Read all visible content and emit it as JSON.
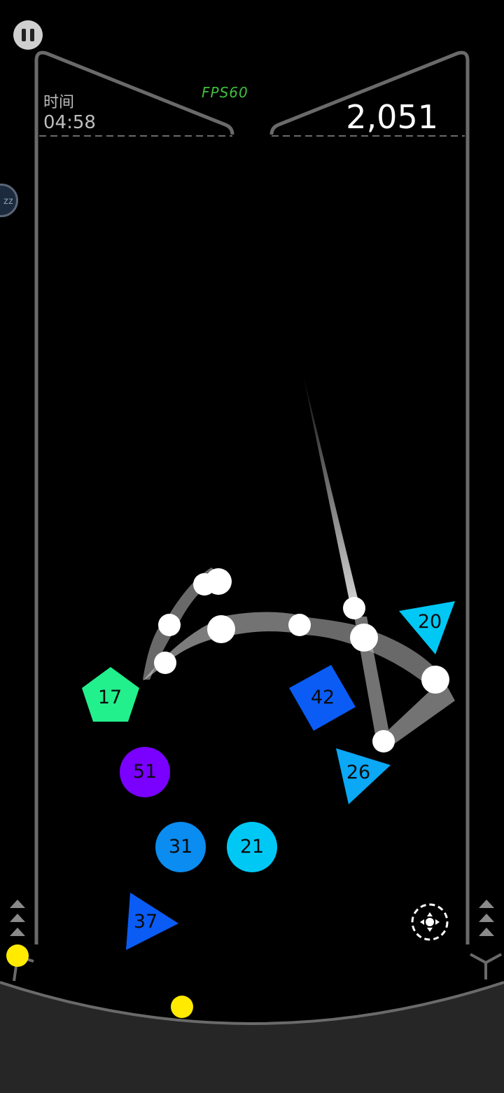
{
  "hud": {
    "time_label": "时间",
    "time_value": "04:58",
    "fps_text": "FPS60",
    "score": "2,051"
  },
  "controls": {
    "pause_icon": "pause-icon",
    "sleep_icon": "sleep-icon",
    "sleep_text": "zz",
    "aim_icon": "target-icon"
  },
  "colors": {
    "background": "#000000",
    "wall": "#6a6a6a",
    "floor": "#262626",
    "ball": "#ffffff",
    "launcher_ball": "#ffea00",
    "green": "#22f08c",
    "purple": "#7a00ff",
    "blue": "#0a5cf5",
    "mid_blue": "#0a8cf0",
    "cyan": "#00c8f5"
  },
  "blocks": [
    {
      "shape": "pentagon",
      "value": "17",
      "color": "#22f08c"
    },
    {
      "shape": "square",
      "value": "42",
      "color": "#0a5cf5"
    },
    {
      "shape": "triangle",
      "value": "20",
      "color": "#00c8f5"
    },
    {
      "shape": "triangle",
      "value": "26",
      "color": "#0aa8f5"
    },
    {
      "shape": "circle",
      "value": "51",
      "color": "#7a00ff"
    },
    {
      "shape": "circle",
      "value": "31",
      "color": "#0a8cf0"
    },
    {
      "shape": "circle",
      "value": "21",
      "color": "#00c8f5"
    },
    {
      "shape": "triangle",
      "value": "37",
      "color": "#0a5cf5"
    }
  ]
}
